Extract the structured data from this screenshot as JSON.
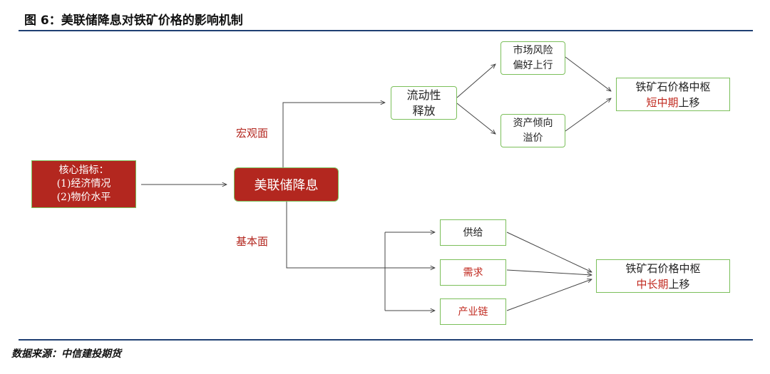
{
  "title": "图 6：美联储降息对铁矿价格的影响机制",
  "source": "数据来源：中信建投期货",
  "core": {
    "line1": "核心指标：",
    "line2": "(1)经济情况",
    "line3": "(2)物价水平"
  },
  "center": "美联储降息",
  "labels": {
    "macro": "宏观面",
    "fundamental": "基本面"
  },
  "liquidity": {
    "line1": "流动性",
    "line2": "释放"
  },
  "risk": {
    "line1": "市场风险",
    "line2": "偏好上行"
  },
  "asset": {
    "line1": "资产倾向",
    "line2": "溢价"
  },
  "short_term": {
    "line1": "铁矿石价格中枢",
    "red": "短中期",
    "rest": "上移"
  },
  "supply": "供给",
  "demand": "需求",
  "chain": "产业链",
  "mid_term": {
    "line1": "铁矿石价格中枢",
    "red": "中长期",
    "rest": "上移"
  },
  "colors": {
    "accent_red": "#b3271f",
    "box_border": "#7bbf5a",
    "rule": "#1f3f73"
  }
}
